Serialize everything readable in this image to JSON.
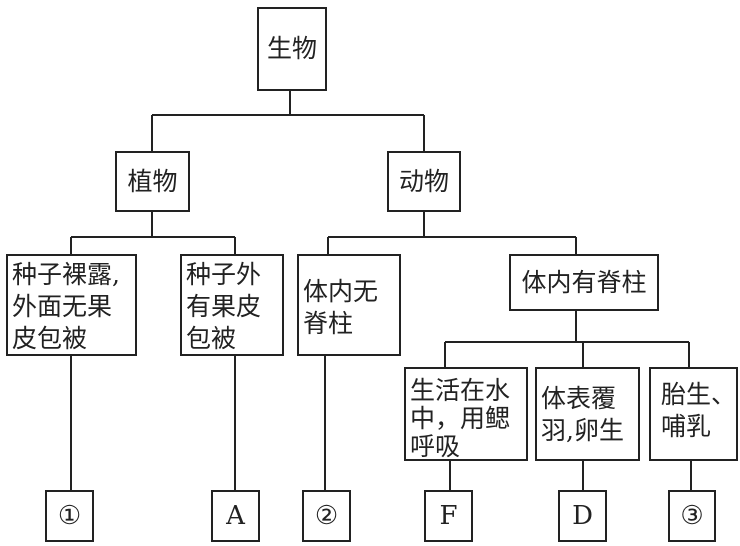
{
  "root": {
    "label": "生物"
  },
  "level1": [
    {
      "label": "植物"
    },
    {
      "label": "动物"
    }
  ],
  "plants": [
    {
      "lines": [
        "种子裸露,",
        "外面无果",
        "皮包被"
      ],
      "result": "①"
    },
    {
      "lines": [
        "种子外",
        "有果皮",
        "包被"
      ],
      "result": "A"
    }
  ],
  "animals": [
    {
      "lines": [
        "体内无",
        "脊柱"
      ],
      "result": "②"
    },
    {
      "label": "体内有脊柱"
    }
  ],
  "vertebrates": [
    {
      "lines": [
        "生活在水",
        "中，用鳃",
        "呼吸"
      ],
      "result": "F"
    },
    {
      "lines": [
        "体表覆",
        "羽,卵生"
      ],
      "result": "D"
    },
    {
      "lines": [
        "胎生、",
        "哺乳"
      ],
      "result": "③"
    }
  ]
}
